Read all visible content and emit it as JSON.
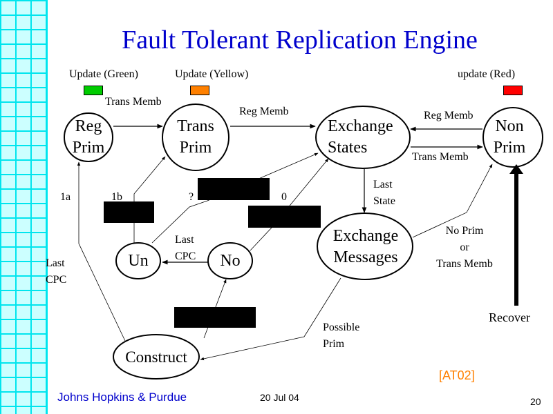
{
  "slide": {
    "title": "Fault Tolerant Replication Engine",
    "slide_number": "20",
    "footer_left": "Johns Hopkins & Purdue",
    "footer_date": "20 Jul 04",
    "citation": "[AT02]"
  },
  "legend": [
    {
      "label": "Update (Green)",
      "color": "#00cc00"
    },
    {
      "label": "Update (Yellow)",
      "color": "#ff8000"
    },
    {
      "label": "update (Red)",
      "color": "#ff0000"
    }
  ],
  "nodes": {
    "reg_prim": [
      "Reg",
      "Prim"
    ],
    "trans_prim": [
      "Trans",
      "Prim"
    ],
    "exchange_states": [
      "Exchange",
      "States"
    ],
    "non_prim": [
      "Non",
      "Prim"
    ],
    "exchange_messages": [
      "Exchange",
      "Messages"
    ],
    "un": "Un",
    "no": "No",
    "construct": "Construct"
  },
  "edge_labels": {
    "trans_memb_top": "Trans Memb",
    "reg_memb_mid": "Reg Memb",
    "reg_memb_right": "Reg Memb",
    "trans_memb_right": "Trans Memb",
    "last_state": [
      "Last",
      "State"
    ],
    "no_prim_or_trans_memb": [
      "No Prim",
      "or",
      "Trans Memb"
    ],
    "last_cpc_mid": [
      "Last",
      "CPC"
    ],
    "last_cpc_left": [
      "Last",
      "CPC"
    ],
    "possible_prim": [
      "Possible",
      "Prim"
    ],
    "recover": "Recover",
    "e1a": "1a",
    "e1b": "1b",
    "question": "?",
    "zero": "0"
  }
}
